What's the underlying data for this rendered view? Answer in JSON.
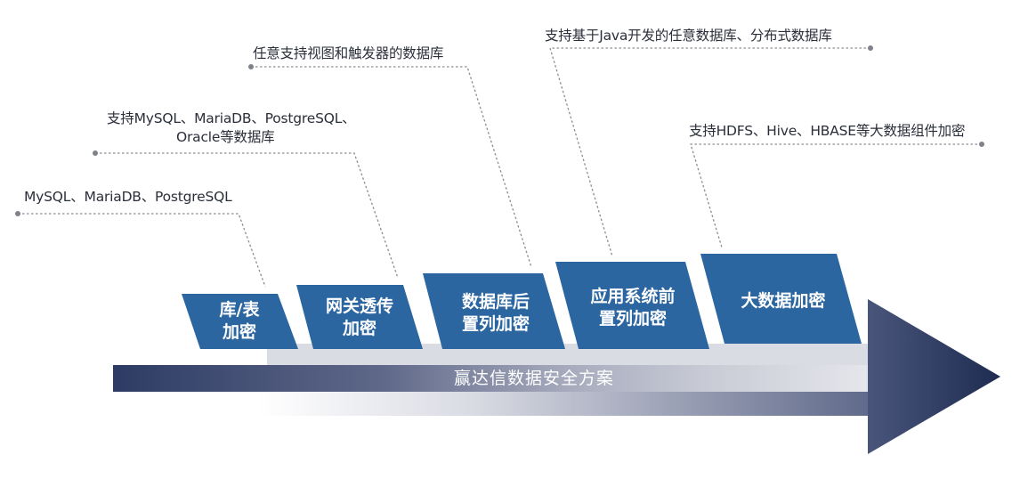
{
  "annotations": [
    {
      "lines": [
        "MySQL、MariaDB、PostgreSQL"
      ]
    },
    {
      "lines": [
        "支持MySQL、MariaDB、PostgreSQL、",
        "Oracle等数据库"
      ]
    },
    {
      "lines": [
        "任意支持视图和触发器的数据库"
      ]
    },
    {
      "lines": [
        "支持基于Java开发的任意数据库、分布式数据库"
      ]
    },
    {
      "lines": [
        "支持HDFS、Hive、HBASE等大数据组件加密"
      ]
    }
  ],
  "stages": [
    {
      "lines": [
        "库/表",
        "加密"
      ]
    },
    {
      "lines": [
        "网关透传",
        "加密"
      ]
    },
    {
      "lines": [
        "数据库后",
        "置列加密"
      ]
    },
    {
      "lines": [
        "应用系统前",
        "置列加密"
      ]
    },
    {
      "lines": [
        "大数据加密"
      ]
    }
  ],
  "banner": {
    "title": "赢达信数据安全方案"
  },
  "colors": {
    "stage_fill": "#2b66a0",
    "arrow_dark": "#253357",
    "arrow_light": "#b9bcc8",
    "text": "#2b2f3a",
    "leader": "#8a8d95"
  }
}
